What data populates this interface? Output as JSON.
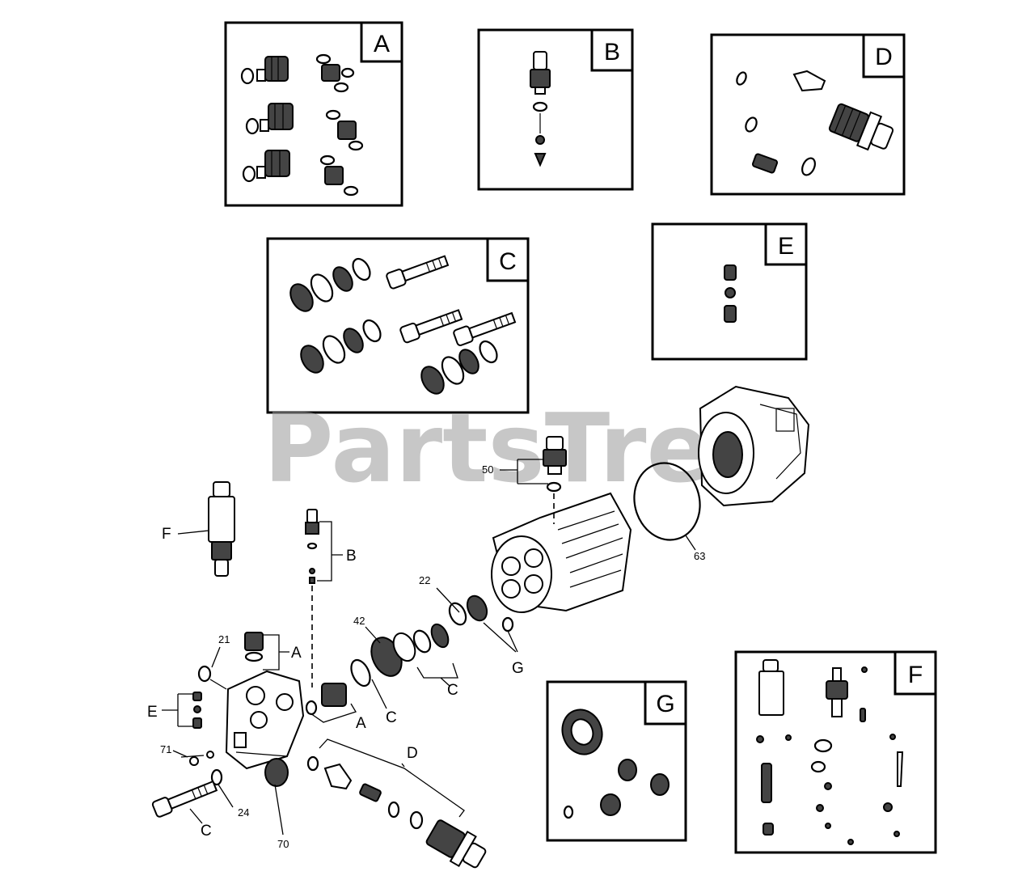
{
  "watermark": "PartsTree",
  "boxes": {
    "A": "A",
    "B": "B",
    "C": "C",
    "D": "D",
    "E": "E",
    "F": "F",
    "G": "G"
  },
  "callouts": {
    "c50": "50",
    "c63": "63",
    "c22": "22",
    "c42": "42",
    "c21": "21",
    "c71": "71",
    "c24": "24",
    "c70": "70",
    "F": "F",
    "B": "B",
    "A1": "A",
    "A2": "A",
    "C1": "C",
    "C2": "C",
    "C3": "C",
    "E": "E",
    "D": "D",
    "G": "G"
  }
}
